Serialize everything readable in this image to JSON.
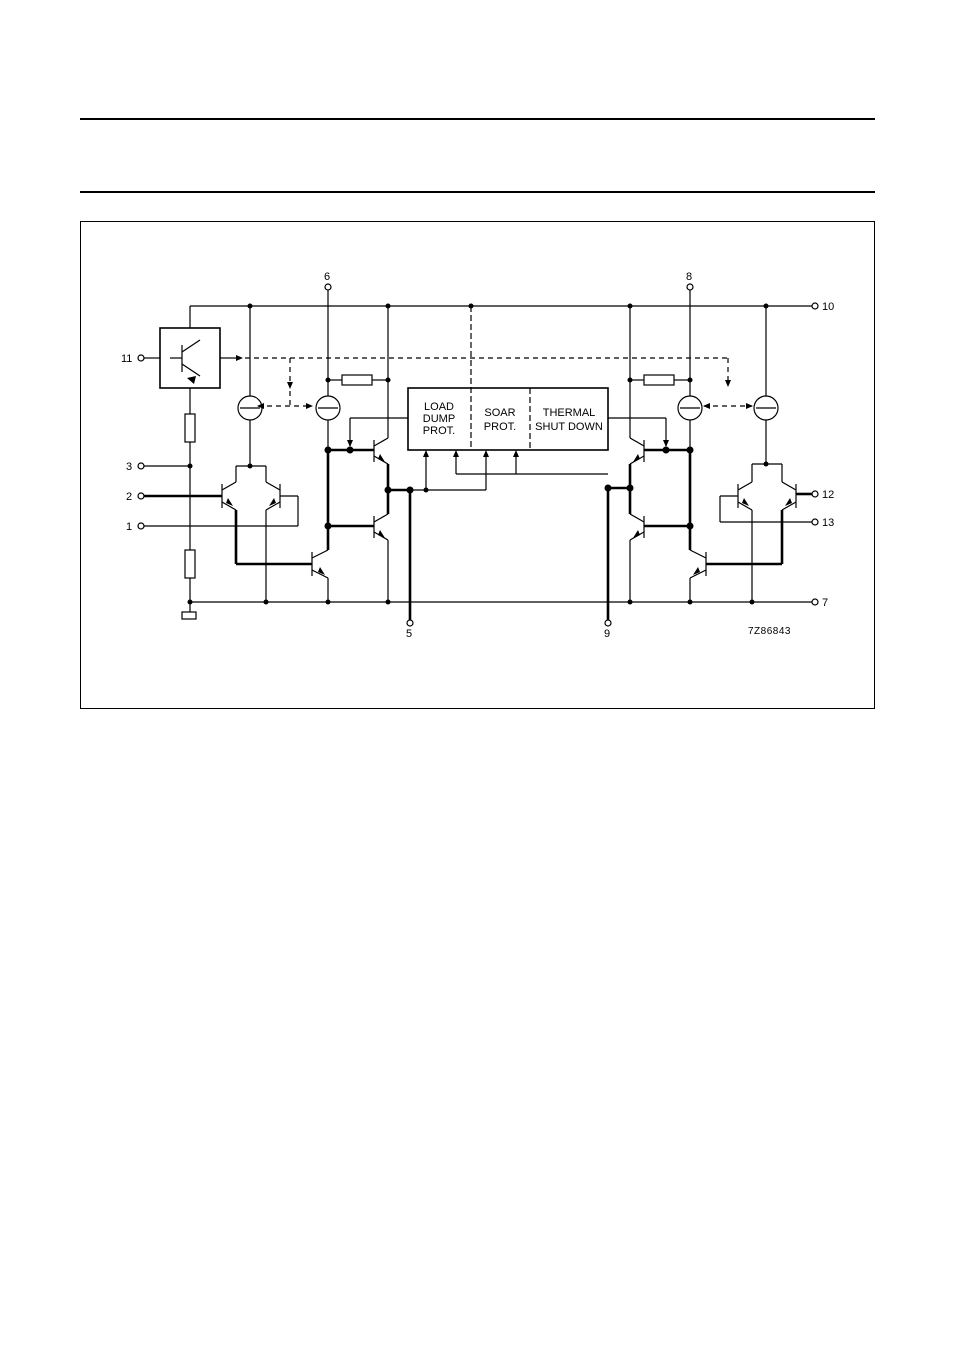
{
  "figure": {
    "pins": {
      "p1": "1",
      "p2": "2",
      "p3": "3",
      "p5": "5",
      "p6": "6",
      "p7": "7",
      "p8": "8",
      "p9": "9",
      "p10": "10",
      "p11": "11",
      "p12": "12",
      "p13": "13"
    },
    "blocks": {
      "load_dump": [
        "LOAD",
        "DUMP",
        "PROT."
      ],
      "soar": [
        "SOAR",
        "PROT."
      ],
      "thermal": [
        "THERMAL",
        "SHUT DOWN"
      ]
    },
    "drawing_code": "7Z86843",
    "ink_color": "#000000"
  }
}
